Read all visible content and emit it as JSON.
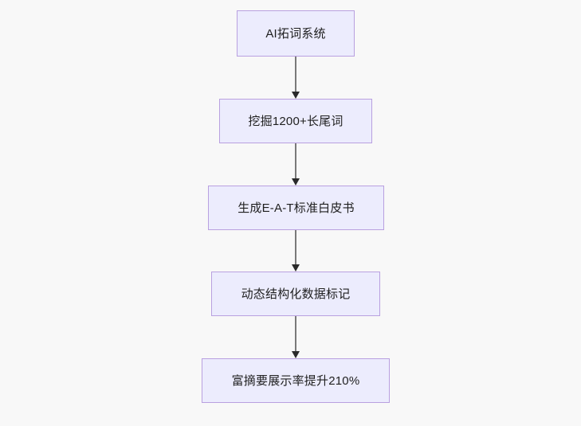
{
  "diagram": {
    "type": "flowchart",
    "direction": "top-to-bottom",
    "background_color": "#f8f8f8",
    "node_fill_color": "#ececfd",
    "node_border_color": "#b9a0e0",
    "node_text_color": "#1f1f1f",
    "edge_color": "#7a7a7a",
    "arrowhead_color": "#2a2a2a",
    "nodes": [
      {
        "id": "n1",
        "label": "AI拓词系统"
      },
      {
        "id": "n2",
        "label": "挖掘1200+长尾词"
      },
      {
        "id": "n3",
        "label": "生成E-A-T标准白皮书"
      },
      {
        "id": "n4",
        "label": "动态结构化数据标记"
      },
      {
        "id": "n5",
        "label": "富摘要展示率提升210%"
      }
    ],
    "edges": [
      {
        "id": "e1",
        "from": "n1",
        "to": "n2",
        "label": ""
      },
      {
        "id": "e2",
        "from": "n2",
        "to": "n3",
        "label": ""
      },
      {
        "id": "e3",
        "from": "n3",
        "to": "n4",
        "label": ""
      },
      {
        "id": "e4",
        "from": "n4",
        "to": "n5",
        "label": ""
      }
    ]
  }
}
